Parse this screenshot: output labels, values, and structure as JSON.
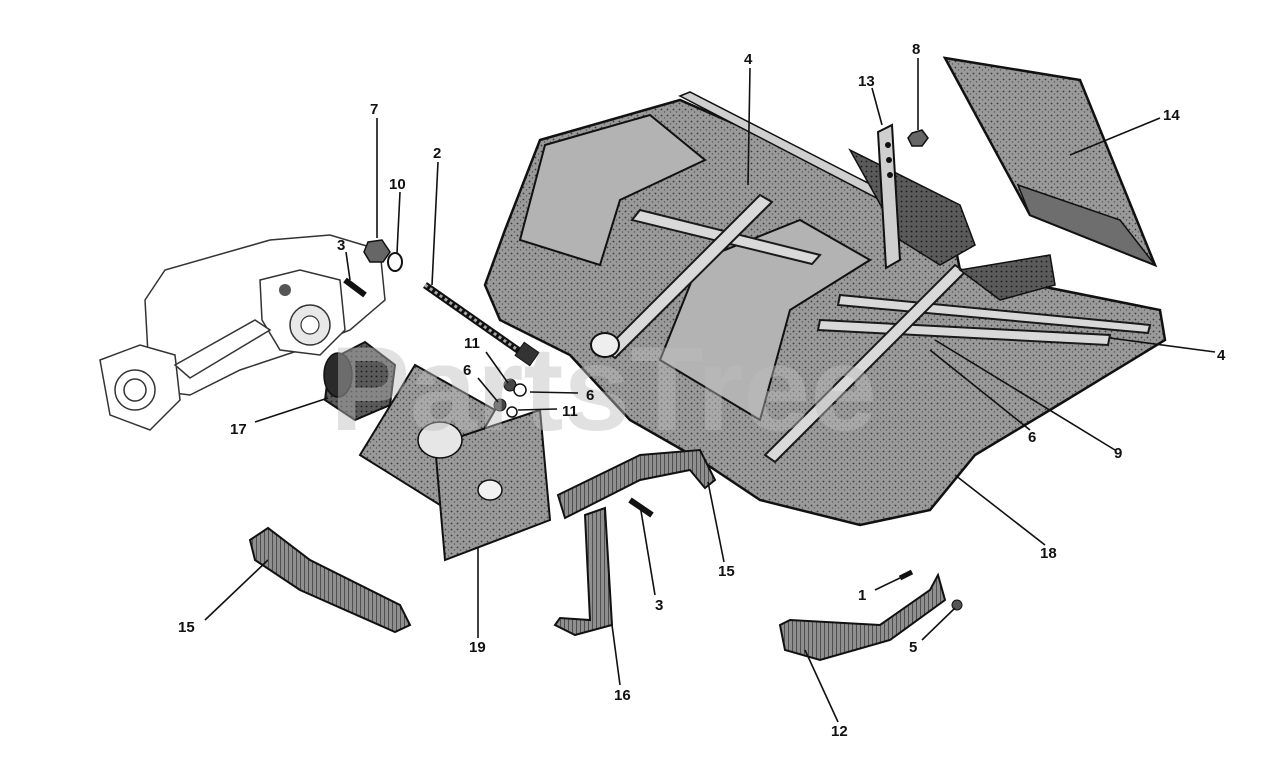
{
  "watermark": "PartsTree",
  "callouts": [
    {
      "id": "c1",
      "label": "1"
    },
    {
      "id": "c2",
      "label": "2"
    },
    {
      "id": "c3a",
      "label": "3"
    },
    {
      "id": "c3b",
      "label": "3"
    },
    {
      "id": "c4a",
      "label": "4"
    },
    {
      "id": "c4b",
      "label": "4"
    },
    {
      "id": "c5",
      "label": "5"
    },
    {
      "id": "c6a",
      "label": "6"
    },
    {
      "id": "c6b",
      "label": "6"
    },
    {
      "id": "c6c",
      "label": "6"
    },
    {
      "id": "c7",
      "label": "7"
    },
    {
      "id": "c8",
      "label": "8"
    },
    {
      "id": "c9",
      "label": "9"
    },
    {
      "id": "c10",
      "label": "10"
    },
    {
      "id": "c11a",
      "label": "11"
    },
    {
      "id": "c11b",
      "label": "11"
    },
    {
      "id": "c12",
      "label": "12"
    },
    {
      "id": "c13",
      "label": "13"
    },
    {
      "id": "c14",
      "label": "14"
    },
    {
      "id": "c15a",
      "label": "15"
    },
    {
      "id": "c15b",
      "label": "15"
    },
    {
      "id": "c16",
      "label": "16"
    },
    {
      "id": "c17",
      "label": "17"
    },
    {
      "id": "c18",
      "label": "18"
    },
    {
      "id": "c19",
      "label": "19"
    }
  ]
}
